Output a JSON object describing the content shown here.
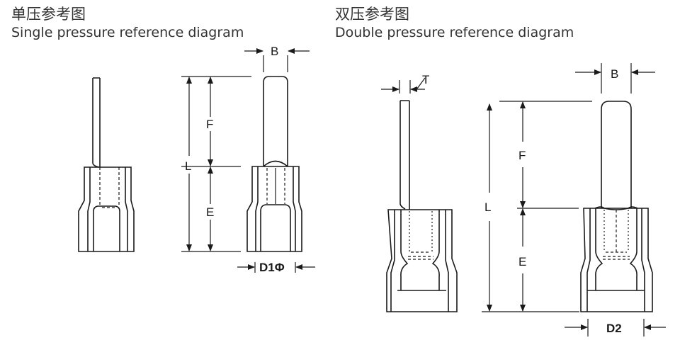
{
  "single": {
    "title_cn": "单压参考图",
    "title_en": "Single pressure reference diagram",
    "dims": {
      "B": "B",
      "F": "F",
      "L": "L",
      "E": "E",
      "D1": "D1Φ"
    }
  },
  "double": {
    "title_cn": "双压参考图",
    "title_en": "Double pressure reference diagram",
    "dims": {
      "T": "T",
      "B": "B",
      "F": "F",
      "L": "L",
      "E": "E",
      "D2": "D2"
    }
  },
  "colors": {
    "line": "#1a1a1a",
    "title": "#333333"
  }
}
